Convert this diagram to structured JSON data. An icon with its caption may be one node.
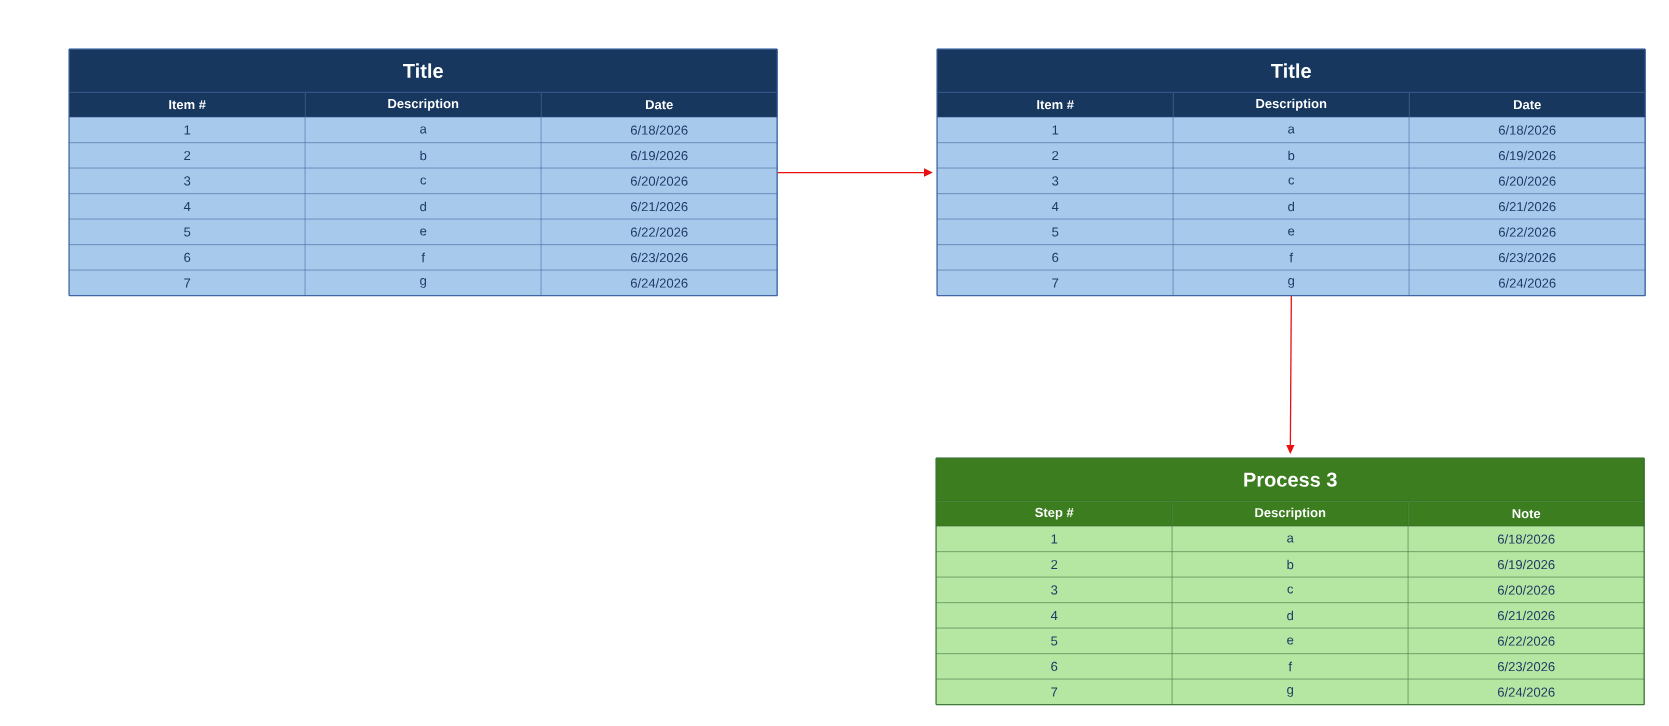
{
  "diagram": {
    "nodes": [
      {
        "text": [
          "Title",
          "Item #",
          "Description",
          "Date",
          "1",
          "a",
          "6/18/2026",
          "2",
          "b",
          "6/19/2026",
          "3",
          "c",
          "6/20/2026",
          "4",
          "d",
          "6/21/2026",
          "5",
          "e",
          "6/22/2026",
          "6",
          "f",
          "6/23/2026",
          "7",
          "g",
          "6/24/2026"
        ]
      },
      {
        "text": [
          "Title",
          "Item #",
          "Description",
          "Date",
          "1",
          "a",
          "6/18/2026",
          "2",
          "b",
          "6/19/2026",
          "3",
          "c",
          "6/20/2026",
          "4",
          "d",
          "6/21/2026",
          "5",
          "e",
          "6/22/2026",
          "6",
          "f",
          "6/23/2026",
          "7",
          "g",
          "6/24/2026"
        ]
      },
      {
        "text": [
          "Process 3",
          "Step #",
          "Description",
          "Note",
          "1",
          "a",
          "6/18/2026",
          "2",
          "b",
          "6/19/2026",
          "3",
          "c",
          "6/20/2026",
          "4",
          "d",
          "6/21/2026",
          "5",
          "e",
          "6/22/2026",
          "6",
          "f",
          "6/23/2026",
          "7",
          "g",
          "6/24/2026"
        ]
      }
    ],
    "edges": [
      {
        "from": 0,
        "to": 1,
        "arrow": "to"
      },
      {
        "from": 1,
        "to": 2,
        "arrow": "to"
      }
    ]
  }
}
